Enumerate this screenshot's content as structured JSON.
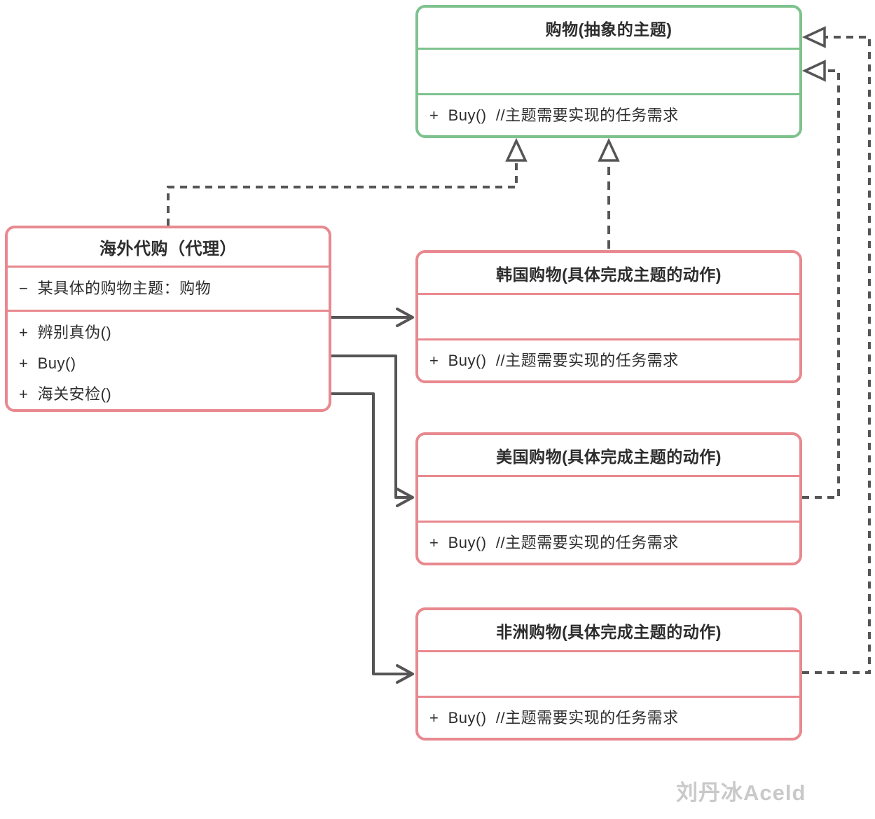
{
  "diagram": {
    "watermark": "刘丹冰Aceld",
    "colors": {
      "abstract_border": "#7ec28e",
      "concrete_border": "#e8898f",
      "connector": "#555555",
      "text": "#2d2d2d",
      "watermark": "#c9c9c9"
    },
    "classes": {
      "abstract": {
        "title": "购物(抽象的主题)",
        "methods": [
          "+  Buy()  //主题需要实现的任务需求"
        ]
      },
      "proxy": {
        "title": "海外代购（代理）",
        "attributes": [
          "−  某具体的购物主题：购物"
        ],
        "methods": [
          "+  辨别真伪()",
          "+  Buy()",
          "+  海关安检()"
        ]
      },
      "korea": {
        "title": "韩国购物(具体完成主题的动作)",
        "methods": [
          "+  Buy()  //主题需要实现的任务需求"
        ]
      },
      "usa": {
        "title": "美国购物(具体完成主题的动作)",
        "methods": [
          "+  Buy()  //主题需要实现的任务需求"
        ]
      },
      "africa": {
        "title": "非洲购物(具体完成主题的动作)",
        "methods": [
          "+  Buy()  //主题需要实现的任务需求"
        ]
      }
    },
    "relations": [
      {
        "from": "海外代购（代理）",
        "to": "购物(抽象的主题)",
        "style": "dashed",
        "arrowhead": "open-triangle"
      },
      {
        "from": "韩国购物(具体完成主题的动作)",
        "to": "购物(抽象的主题)",
        "style": "dashed",
        "arrowhead": "open-triangle"
      },
      {
        "from": "美国购物(具体完成主题的动作)",
        "to": "购物(抽象的主题)",
        "style": "dashed",
        "arrowhead": "open-triangle"
      },
      {
        "from": "非洲购物(具体完成主题的动作)",
        "to": "购物(抽象的主题)",
        "style": "dashed",
        "arrowhead": "open-triangle"
      },
      {
        "from": "海外代购（代理）",
        "to": "韩国购物(具体完成主题的动作)",
        "style": "solid",
        "arrowhead": "open-v"
      },
      {
        "from": "海外代购（代理）",
        "to": "美国购物(具体完成主题的动作)",
        "style": "solid",
        "arrowhead": "open-v"
      },
      {
        "from": "海外代购（代理）",
        "to": "非洲购物(具体完成主题的动作)",
        "style": "solid",
        "arrowhead": "open-v"
      }
    ]
  }
}
